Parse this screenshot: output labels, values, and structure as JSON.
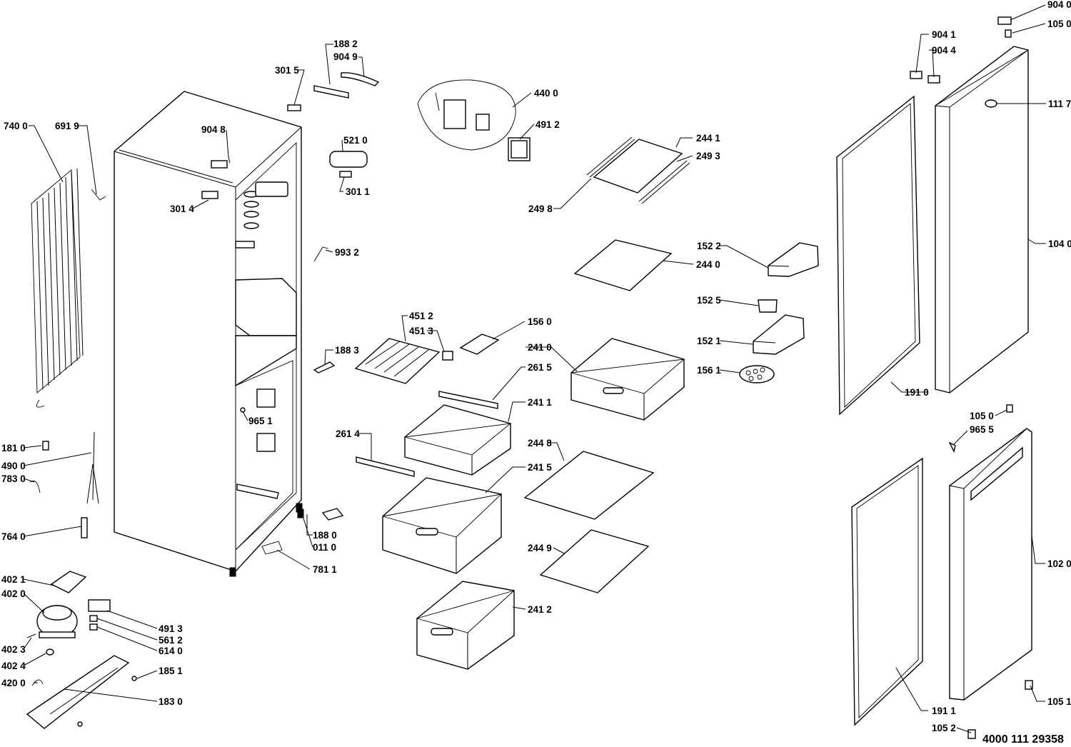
{
  "document_id": "4000 111 29358",
  "labels": {
    "l_904_0": "904 0",
    "l_105_0a": "105 0",
    "l_904_1": "904 1",
    "l_904_4": "904 4",
    "l_111_7": "111 7",
    "l_104_0": "104 0",
    "l_191_0": "191 0",
    "l_105_0b": "105 0",
    "l_965_5": "965 5",
    "l_102_0": "102 0",
    "l_105_1": "105 1",
    "l_191_1": "191 1",
    "l_105_2": "105 2",
    "l_188_2": "188 2",
    "l_904_9": "904 9",
    "l_301_5": "301 5",
    "l_440_0": "440 0",
    "l_491_2": "491 2",
    "l_904_8": "904 8",
    "l_521_0": "521 0",
    "l_301_1": "301 1",
    "l_301_4": "301 4",
    "l_993_2": "993 2",
    "l_244_1": "244 1",
    "l_249_3": "249 3",
    "l_249_8": "249 8",
    "l_152_2": "152 2",
    "l_244_0": "244 0",
    "l_152_5": "152 5",
    "l_152_1": "152 1",
    "l_156_1": "156 1",
    "l_740_0": "740 0",
    "l_691_9": "691 9",
    "l_181_0": "181 0",
    "l_490_0": "490 0",
    "l_783_0": "783 0",
    "l_764_0": "764 0",
    "l_402_1": "402 1",
    "l_402_0": "402 0",
    "l_402_3": "402 3",
    "l_402_4": "402 4",
    "l_420_0": "420 0",
    "l_491_3": "491 3",
    "l_561_2": "561 2",
    "l_614_0": "614 0",
    "l_185_1": "185 1",
    "l_183_0": "183 0",
    "l_188_3": "188 3",
    "l_965_1": "965 1",
    "l_188_0": "188 0",
    "l_011_0": "011 0",
    "l_781_1": "781 1",
    "l_451_2": "451 2",
    "l_451_3": "451 3",
    "l_156_0": "156 0",
    "l_241_0": "241 0",
    "l_261_5": "261 5",
    "l_241_1": "241 1",
    "l_261_4": "261 4",
    "l_244_8": "244 8",
    "l_241_5": "241 5",
    "l_244_9": "244 9",
    "l_241_2": "241 2"
  }
}
